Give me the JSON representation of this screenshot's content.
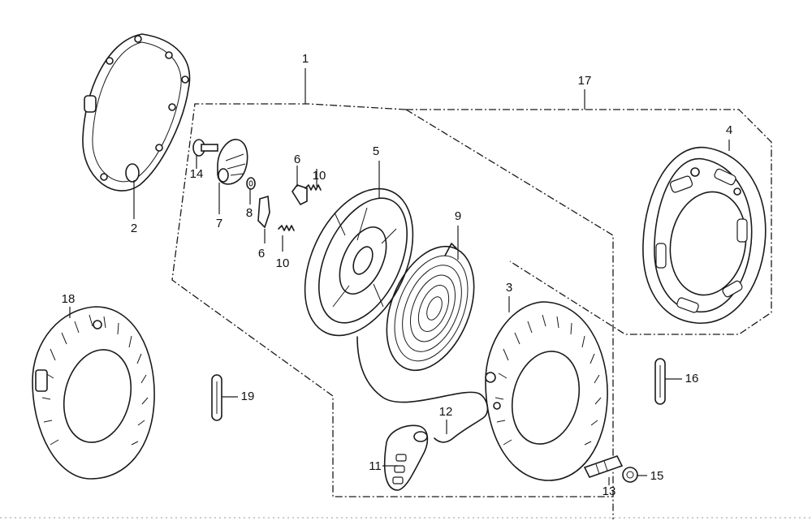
{
  "diagram": {
    "type": "exploded-parts-view",
    "callouts": [
      "1",
      "2",
      "3",
      "4",
      "5",
      "6",
      "6",
      "7",
      "8",
      "9",
      "10",
      "10",
      "11",
      "12",
      "13",
      "14",
      "15",
      "16",
      "17",
      "18",
      "19"
    ],
    "parts": [
      {
        "ref": "2",
        "icon": "gasket-ring-icon"
      },
      {
        "ref": "4",
        "icon": "starter-case-icon"
      },
      {
        "ref": "5",
        "icon": "reel-pulley-icon"
      },
      {
        "ref": "6",
        "icon": "ratchet-pawl-icon"
      },
      {
        "ref": "7",
        "icon": "friction-plate-icon"
      },
      {
        "ref": "8",
        "icon": "washer-icon"
      },
      {
        "ref": "9",
        "icon": "recoil-spring-icon"
      },
      {
        "ref": "10",
        "icon": "pawl-spring-icon"
      },
      {
        "ref": "11",
        "icon": "starter-grip-icon"
      },
      {
        "ref": "12",
        "icon": "rope-icon"
      },
      {
        "ref": "13",
        "icon": "guide-pin-icon"
      },
      {
        "ref": "14",
        "icon": "set-bolt-icon"
      },
      {
        "ref": "15",
        "icon": "flange-nut-icon"
      },
      {
        "ref": "16",
        "icon": "clip-icon"
      },
      {
        "ref": "3",
        "icon": "starter-cover-icon"
      },
      {
        "ref": "18",
        "icon": "outer-cover-icon"
      },
      {
        "ref": "19",
        "icon": "clip-icon"
      }
    ],
    "colors": {
      "ink": "#1a1a1a",
      "background": "#ffffff"
    }
  }
}
